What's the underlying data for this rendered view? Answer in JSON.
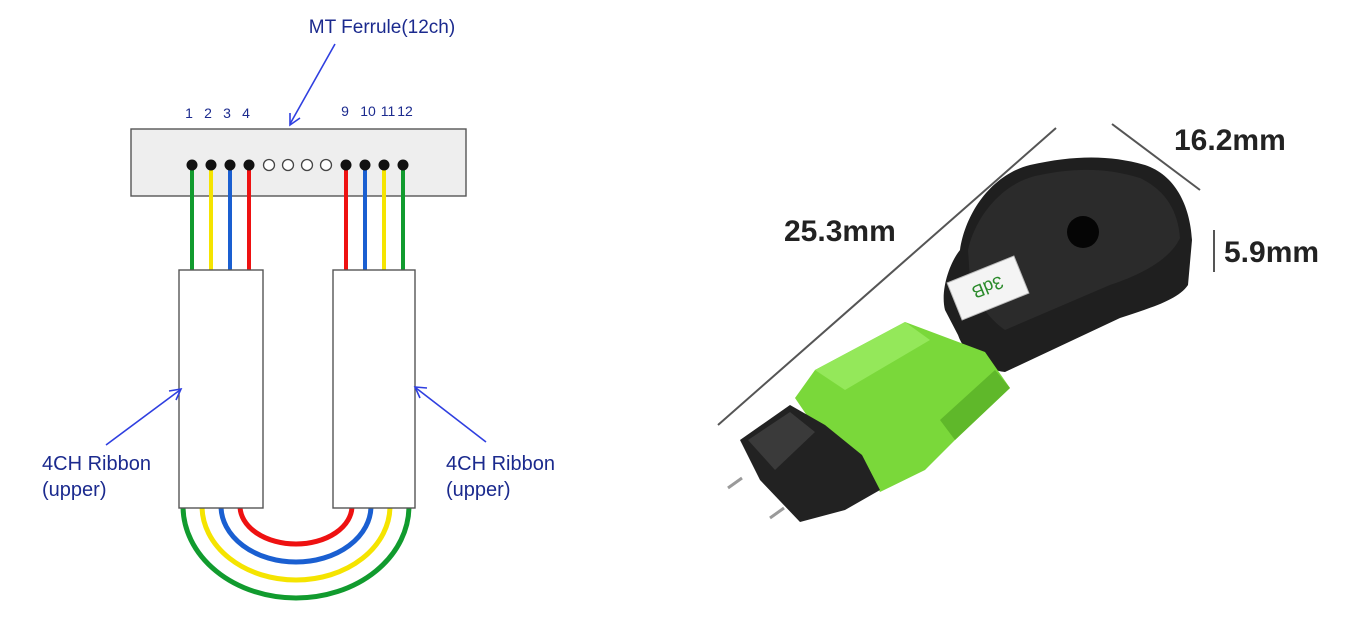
{
  "left_diagram": {
    "title": "MT Ferrule(12ch)",
    "pin_labels_left": [
      "1",
      "2",
      "3",
      "4"
    ],
    "pin_labels_right": [
      "9",
      "10",
      "11",
      "12"
    ],
    "ribbon_left_label_line1": "4CH Ribbon",
    "ribbon_left_label_line2": "(upper)",
    "ribbon_right_label_line1": "4CH Ribbon",
    "ribbon_right_label_line2": "(upper)",
    "fiber_colors": [
      "#119b2e",
      "#f5e400",
      "#1a5fd1",
      "#ee1111"
    ]
  },
  "right_product": {
    "length_label": "25.3mm",
    "width_label": "16.2mm",
    "height_label": "5.9mm",
    "attenuation_label": "3dB",
    "body_color": "#1e1e1e",
    "boot_color": "#7ad83a"
  }
}
